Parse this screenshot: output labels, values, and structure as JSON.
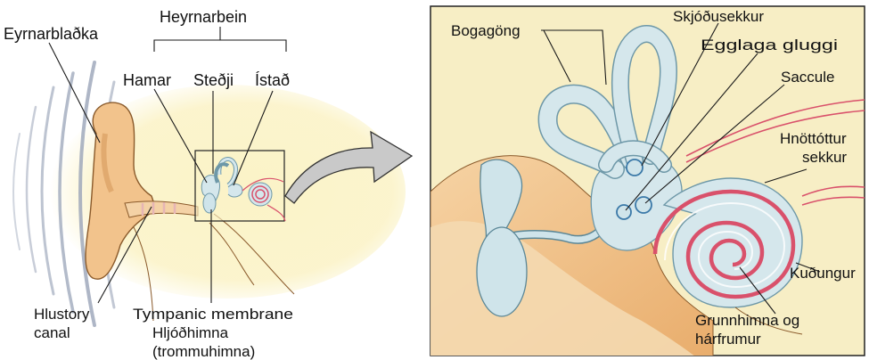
{
  "colors": {
    "background": "#ffffff",
    "skin": "#fbf3c8",
    "bone": "#f2c38c",
    "panel_bg": "#f7eec5",
    "panel_border": "#222222",
    "canal": "#cfe4ea",
    "canal_stroke": "#6e98a8",
    "cochlea_red": "#d9516b",
    "arrow_gray": "#c9c9c9",
    "sound_waves": "#9aa4b8"
  },
  "labels": {
    "ear_pinna": "Eyrnarblaðka",
    "ossicles_group": "Heyrnarbein",
    "malleus": "Hamar",
    "incus": "Steðji",
    "stapes": "Ístað",
    "ear_canal_1": "Hlustory",
    "ear_canal_2": "canal",
    "tympanic_1": "Tympanic membrane",
    "tympanic_2": "Hljóðhimna",
    "tympanic_3": "(trommuhimna)",
    "semicircular_canals": "Bogagöng",
    "utricle": "Skjóðusekkur",
    "oval_window": "Egglaga gluggi",
    "saccule": "Saccule",
    "round_sac_1": "Hnöttóttur",
    "round_sac_2": "sekkur",
    "cochlea": "Kuðungur",
    "basilar_1": "Grunnhimna og",
    "basilar_2": "hárfrumur"
  }
}
